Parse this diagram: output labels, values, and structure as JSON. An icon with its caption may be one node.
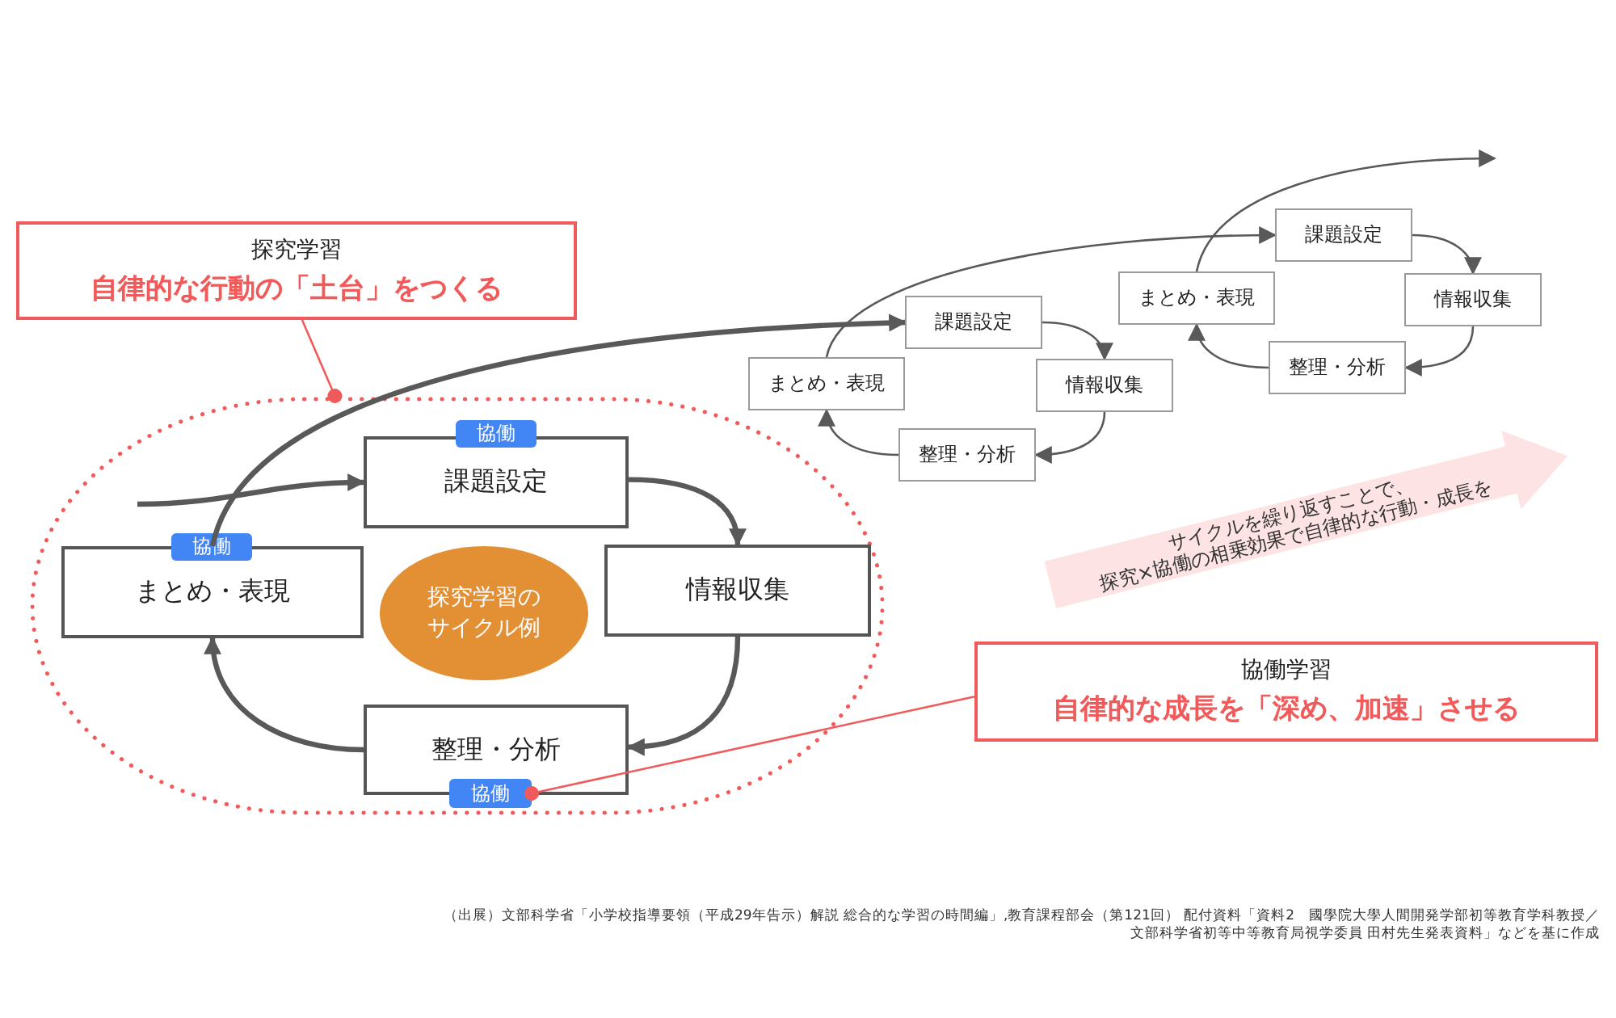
{
  "diagram": {
    "caption": "（出展）文部科学省「小学校指導要領（平成29年告示）解説 総合的な学習の時間編」,教育課程部会（第121回） 配付資料「資料2　國學院大學人間開発学部初等教育学科教授／文部科学省初等中等教育局視学委員 田村先生発表資料」などを基に作成",
    "nodes": [
      {
        "text": [
          "探究学習",
          "自律的な行動の「土台」をつくる"
        ]
      },
      {
        "text": [],
        "shape": "ellipse"
      },
      {
        "text": [
          "協働"
        ],
        "in": 1
      },
      {
        "text": [
          "課題設定"
        ],
        "in": 1
      },
      {
        "text": [
          "協働"
        ],
        "in": 1
      },
      {
        "text": [
          "まとめ・表現"
        ],
        "in": 1
      },
      {
        "text": [
          "探究学習のサイクル例"
        ],
        "in": 1
      },
      {
        "text": [
          "情報収集"
        ],
        "in": 1
      },
      {
        "text": [
          "整理・分析"
        ],
        "in": 1
      },
      {
        "text": [
          "協働"
        ],
        "in": 1
      },
      {
        "text": [
          "協働学習",
          "自律的な成長を「深め、加速」させる"
        ]
      },
      {
        "text": [
          "課題設定"
        ]
      },
      {
        "text": [
          "まとめ・表現"
        ]
      },
      {
        "text": [
          "情報収集"
        ]
      },
      {
        "text": [
          "整理・分析"
        ]
      },
      {
        "text": [
          "課題設定"
        ]
      },
      {
        "text": [
          "まとめ・表現"
        ]
      },
      {
        "text": [
          "情報収集"
        ]
      },
      {
        "text": [
          "整理・分析"
        ]
      },
      {
        "text": [
          "サイクルを繰り返すことで、 探究×協働の相乗効果で自律的な行動・成長を"
        ]
      }
    ],
    "edges": [
      {
        "from": 0,
        "to": 1,
        "arrow": "other",
        "color": "#f05a5a"
      },
      {
        "from": null,
        "to": 3,
        "arrow": "to",
        "style": "thick"
      },
      {
        "from": 3,
        "to": 7,
        "arrow": "to",
        "style": "thick"
      },
      {
        "from": 7,
        "to": 8,
        "arrow": "to",
        "style": "thick"
      },
      {
        "from": 8,
        "to": 5,
        "arrow": "to",
        "style": "thick"
      },
      {
        "from": 5,
        "to": 11,
        "arrow": "to",
        "style": "thick"
      },
      {
        "from": 10,
        "to": 9,
        "arrow": "other",
        "color": "#f05a5a"
      },
      {
        "from": 11,
        "to": 13,
        "arrow": "to"
      },
      {
        "from": 13,
        "to": 14,
        "arrow": "to"
      },
      {
        "from": 14,
        "to": 12,
        "arrow": "to"
      },
      {
        "from": 12,
        "to": 15,
        "arrow": "to"
      },
      {
        "from": 15,
        "to": 17,
        "arrow": "to"
      },
      {
        "from": 17,
        "to": 18,
        "arrow": "to"
      },
      {
        "from": 18,
        "to": 16,
        "arrow": "to"
      },
      {
        "from": 16,
        "to": null,
        "arrow": "to"
      }
    ]
  }
}
